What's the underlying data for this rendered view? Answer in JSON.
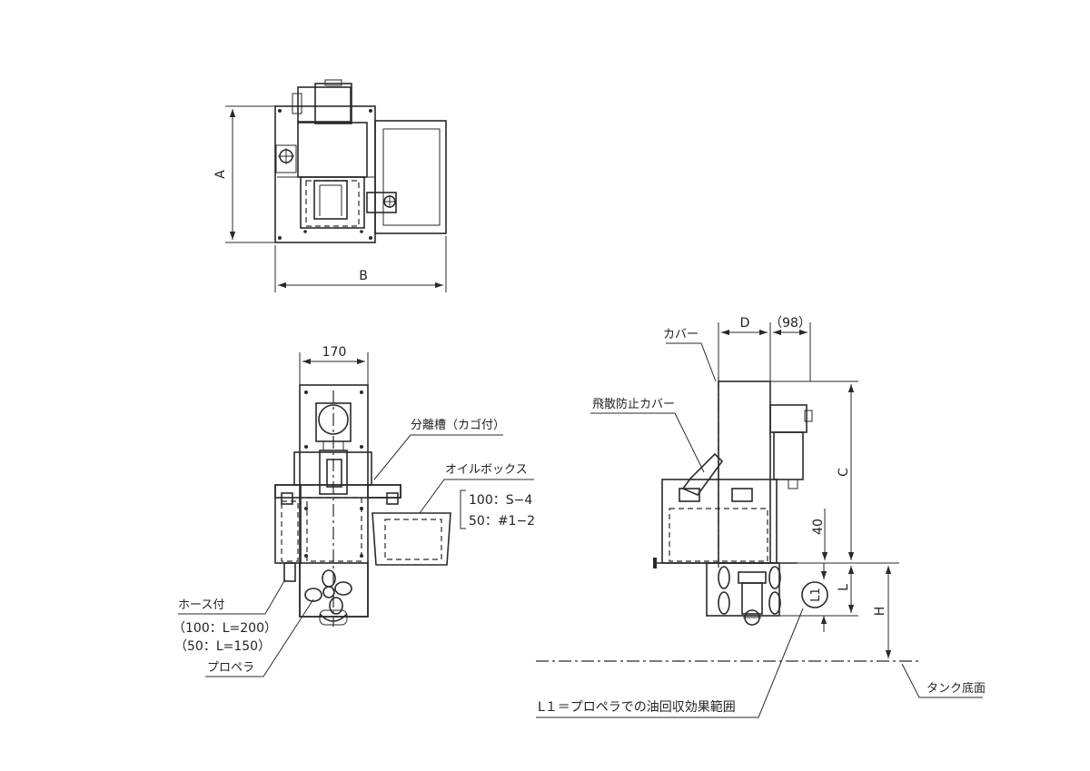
{
  "top_view": {
    "dim_a": "A",
    "dim_b": "B"
  },
  "front_view": {
    "dim_width": "170",
    "label_separator": "分離槽（カゴ付）",
    "label_oilbox": "オイルボックス",
    "oilbox_spec_1": "100：S−4",
    "oilbox_spec_2": "50：#1−2",
    "label_hose": "ホース付",
    "hose_spec_1": "（100：L=200）",
    "hose_spec_2": "（50：L=150）",
    "label_propeller": "プロペラ"
  },
  "side_view": {
    "label_cover": "カバー",
    "label_splash_cover": "飛散防止カバー",
    "dim_d": "D",
    "dim_98": "（98）",
    "dim_c": "C",
    "dim_40": "40",
    "dim_l": "L",
    "dim_h": "H",
    "dim_l1": "L1",
    "label_tank_bottom": "タンク底面",
    "note_l1": "L１＝プロペラでの油回収効果範囲"
  }
}
